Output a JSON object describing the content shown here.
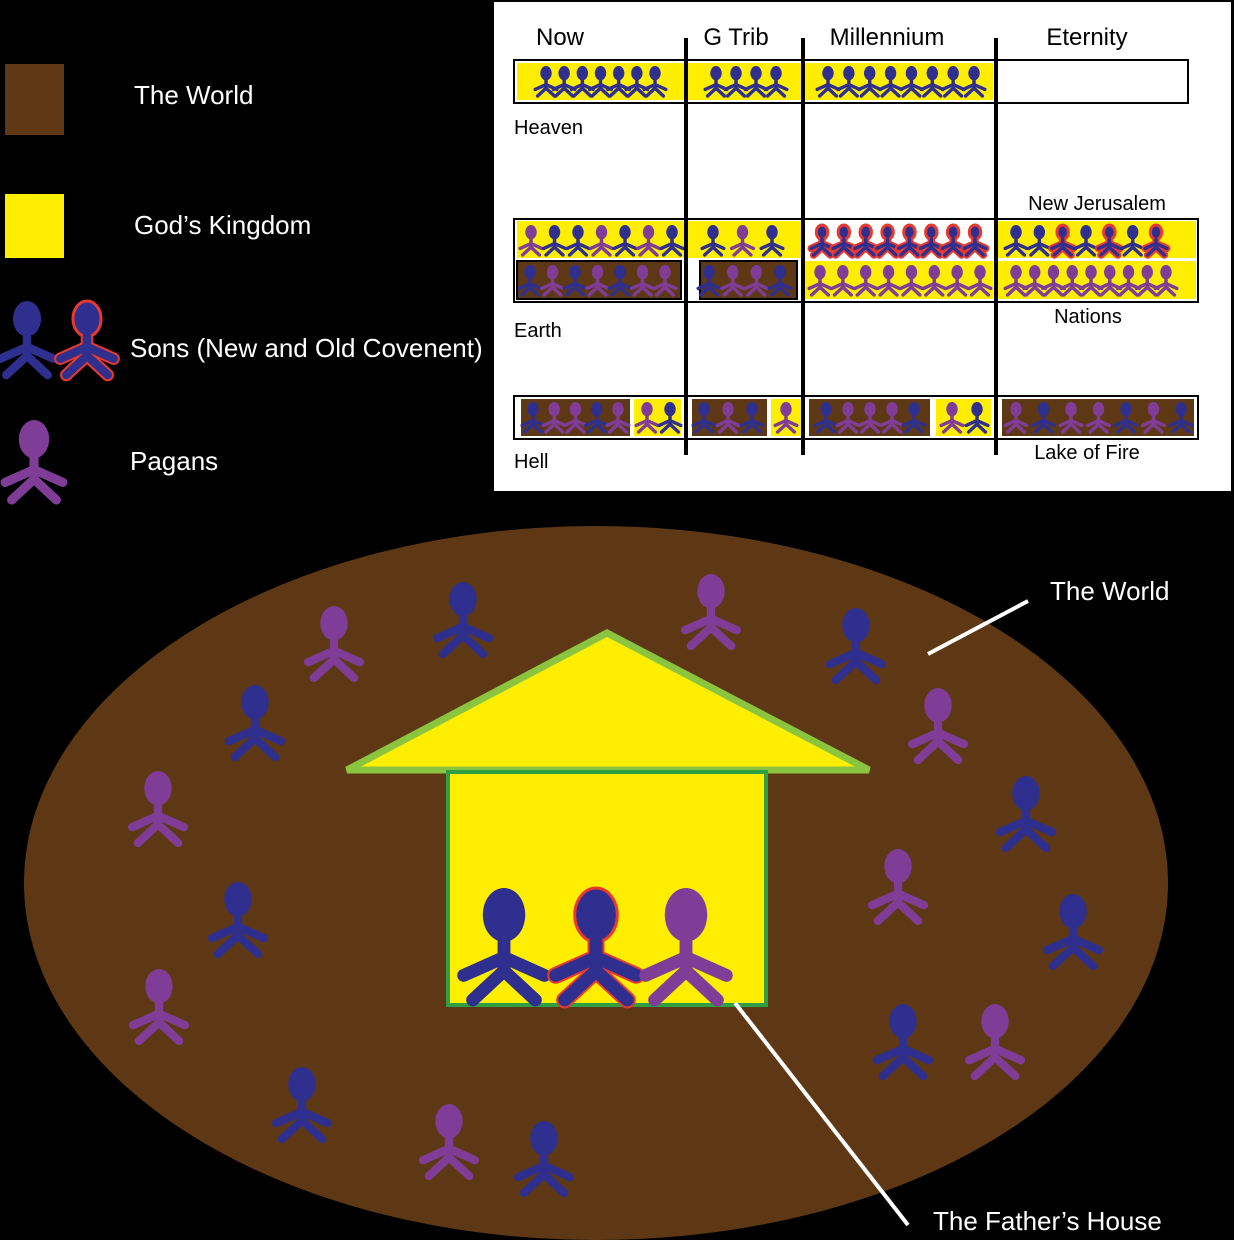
{
  "legend": {
    "world": "The World",
    "kingdom": "God’s Kingdom",
    "sons": "Sons (New and Old Covenent)",
    "pagans": "Pagans"
  },
  "timeline": {
    "columns": [
      "Now",
      "G Trib",
      "Millennium",
      "Eternity"
    ],
    "rows": {
      "heaven": "Heaven",
      "earth": "Earth",
      "hell": "Hell",
      "new_jerusalem": "New Jerusalem",
      "nations": "Nations",
      "lake_of_fire": "Lake of Fire"
    }
  },
  "main": {
    "world_label": "The World",
    "house_label": "The Father’s House"
  },
  "colors": {
    "background": "#000000",
    "world": "#5e3815",
    "kingdom": "#ffee00",
    "son": "#2e2f8e",
    "son_outline": "#e8392f",
    "pagan": "#7f3d98",
    "house_border": "#2ea043",
    "roof_border": "#8bc53f"
  },
  "icons": [
    "son-figure-icon",
    "old-covenant-son-figure-icon",
    "pagan-figure-icon"
  ]
}
